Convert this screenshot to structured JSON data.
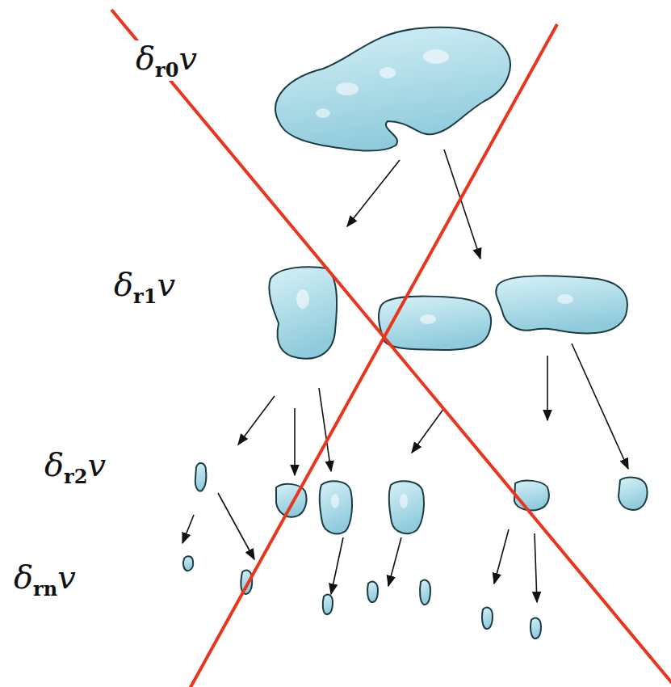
{
  "diagram": {
    "labels": [
      "δr0v",
      "δr1v",
      "δr2v",
      "δrnv"
    ]
  }
}
